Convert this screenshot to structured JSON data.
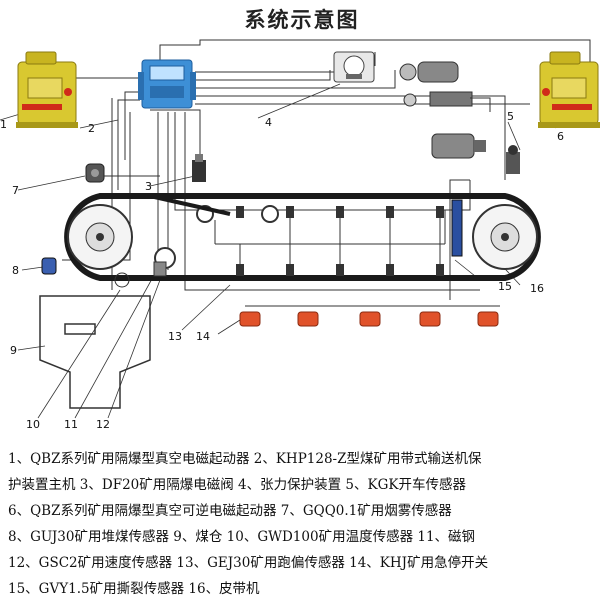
{
  "title": "系统示意图",
  "callouts": [
    "1",
    "2",
    "3",
    "4",
    "5",
    "6",
    "7",
    "8",
    "9",
    "10",
    "11",
    "12",
    "13",
    "14",
    "15",
    "16"
  ],
  "legend_lines": [
    "1、QBZ系列矿用隔爆型真空电磁起动器 2、KHP128-Z型煤矿用带式输送机保",
    "护装置主机 3、DF20矿用隔爆电磁阀 4、张力保护装置 5、KGK开车传感器",
    "6、QBZ系列矿用隔爆型真空可逆电磁起动器 7、GQQ0.1矿用烟雾传感器",
    "8、GUJ30矿用堆煤传感器 9、煤仓 10、GWD100矿用温度传感器 11、磁钢",
    "12、GSC2矿用速度传感器 13、GEJ30矿用跑偏传感器 14、KHJ矿用急停开关",
    "15、GVY1.5矿用撕裂传感器 16、皮带机"
  ],
  "colors": {
    "starter_body": "#d9c830",
    "starter_red": "#d02a1a",
    "host_blue": "#3d8fd6",
    "belt": "#1a1a1a",
    "wire": "#333333",
    "estop_red": "#e0522a"
  }
}
